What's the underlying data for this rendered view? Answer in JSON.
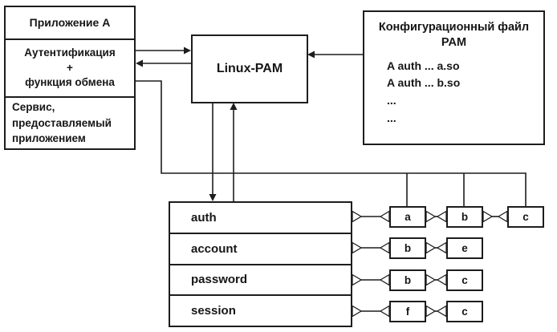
{
  "app": {
    "title": "Приложение А",
    "auth_line1": "Аутентификация",
    "auth_line2": "+",
    "auth_line3": "функция обмена",
    "service_line1": "Сервис,",
    "service_line2": "предоставляемый",
    "service_line3": "приложением"
  },
  "pam": {
    "label": "Linux-PAM"
  },
  "config": {
    "title_line1": "Конфигурационный файл",
    "title_line2": "PAM",
    "lines": [
      "A auth ... a.so",
      "A auth ... b.so",
      "...",
      "..."
    ]
  },
  "stack": {
    "rows": [
      {
        "label": "auth",
        "modules": [
          "a",
          "b",
          "c"
        ]
      },
      {
        "label": "account",
        "modules": [
          "b",
          "e"
        ]
      },
      {
        "label": "password",
        "modules": [
          "b",
          "c"
        ]
      },
      {
        "label": "session",
        "modules": [
          "f",
          "c"
        ]
      }
    ]
  },
  "colors": {
    "line": "#1d1d1d",
    "background": "#ffffff"
  }
}
